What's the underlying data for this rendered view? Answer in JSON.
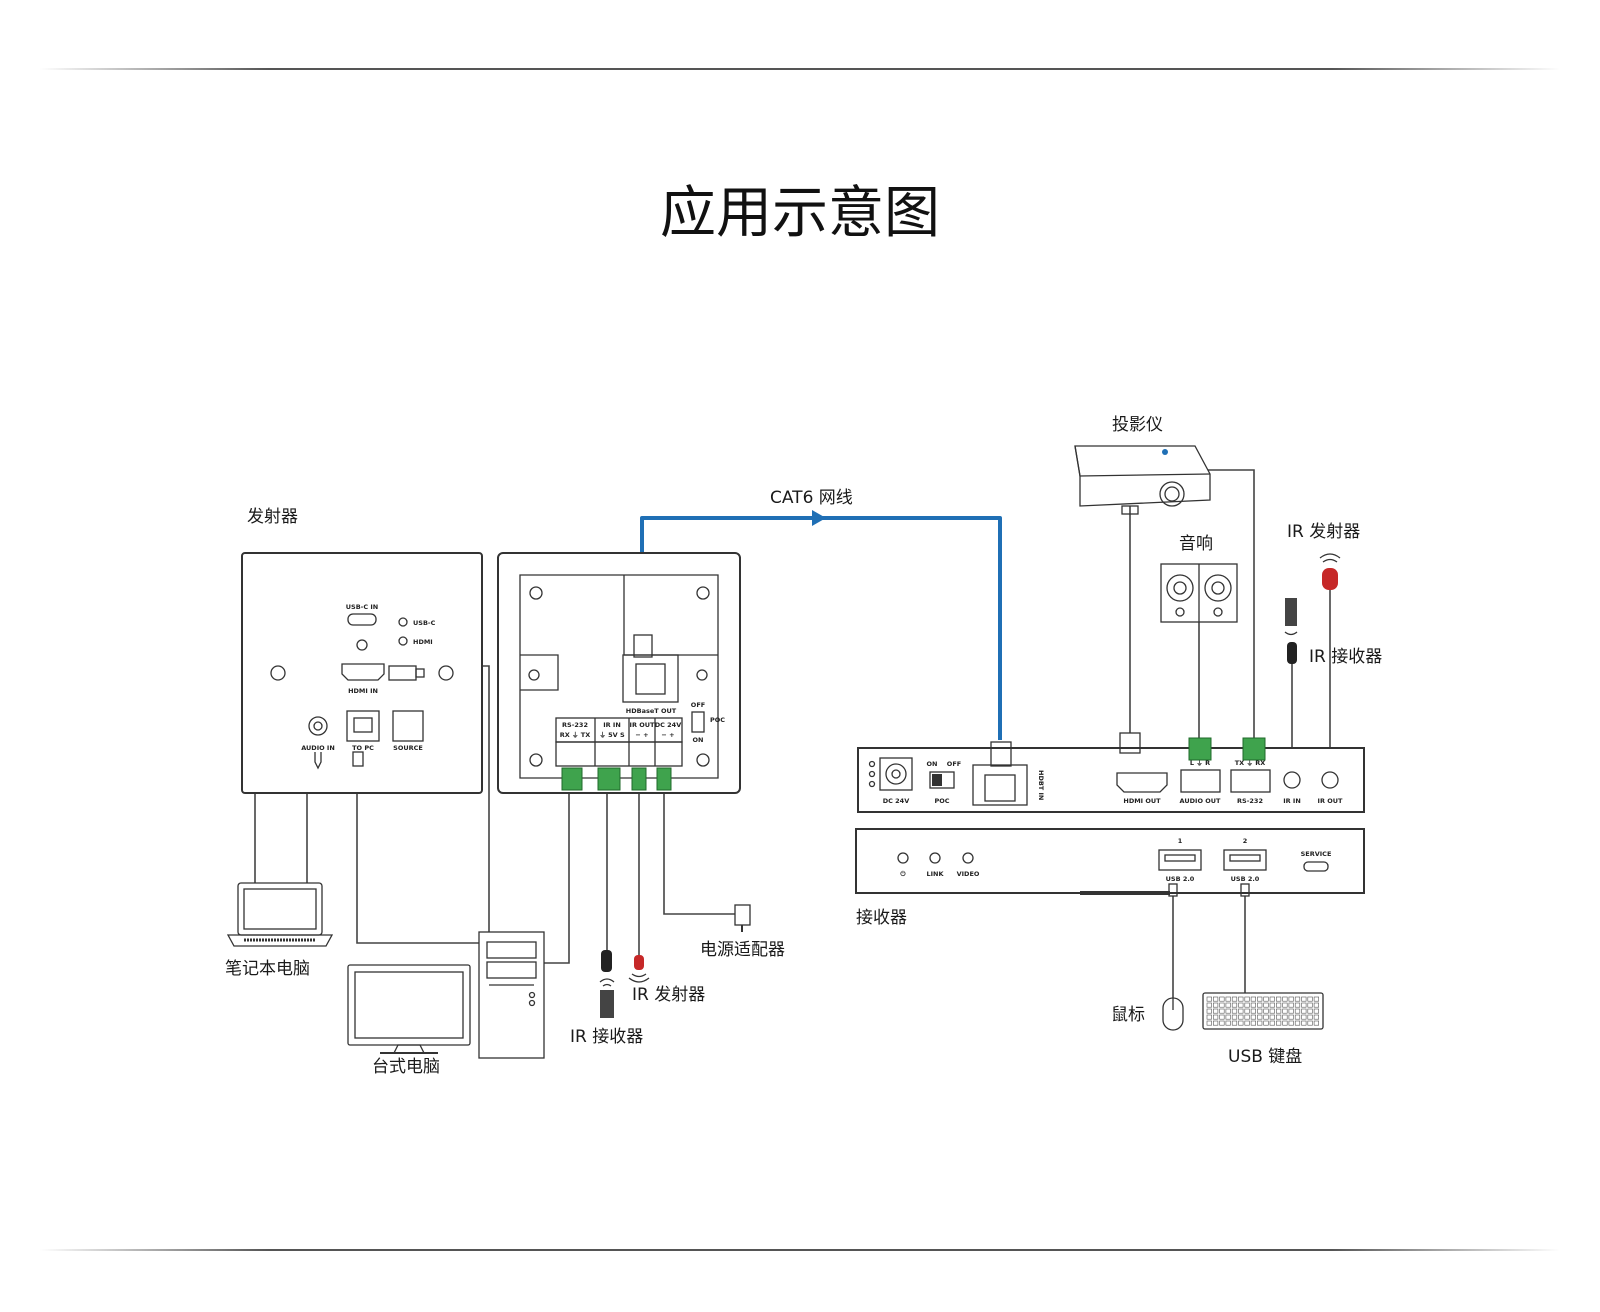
{
  "title": "应用示意图",
  "sections": {
    "transmitter": "发射器",
    "receiver": "接收器",
    "projector": "投影仪",
    "speaker": "音响",
    "cable": "CAT6 网线"
  },
  "devices": {
    "laptop": "笔记本电脑",
    "desktop": "台式电脑",
    "power_adapter": "电源适配器",
    "mouse": "鼠标",
    "keyboard": "USB 键盘",
    "ir_receiver_left": "IR 接收器",
    "ir_emitter_left": "IR 发射器",
    "ir_emitter_right": "IR 发射器",
    "ir_receiver_right": "IR 接收器"
  },
  "tx_front": {
    "usbc_in": "USB-C IN",
    "usbc_led": "USB-C",
    "hdmi_led": "HDMI",
    "hdmi_in": "HDMI IN",
    "audio_in": "AUDIO IN",
    "to_pc": "TO PC",
    "source": "SOURCE"
  },
  "tx_back": {
    "rs232": "RS-232",
    "rs232_pins": "RX ⏚ TX",
    "ir_in": "IR IN",
    "ir_in_pins": "⏚ 5V S",
    "ir_out": "IR OUT",
    "ir_out_pins": "− +",
    "dc24v": "DC 24V",
    "dc_pins": "− +",
    "hdbaset_out": "HDBaseT OUT",
    "poc": "POC",
    "off": "OFF",
    "on": "ON"
  },
  "rx_back": {
    "dc24v": "DC 24V",
    "on": "ON",
    "off": "OFF",
    "poc": "POC",
    "hdbt_in": "HDBT IN",
    "hdmi_out": "HDMI OUT",
    "audio_out": "AUDIO OUT",
    "audio_pins": "L ⏚ R",
    "rs232": "RS-232",
    "rs232_pins": "TX ⏚ RX",
    "ir_in": "IR IN",
    "ir_out": "IR OUT"
  },
  "rx_front": {
    "link": "LINK",
    "video": "VIDEO",
    "usb1_num": "1",
    "usb2_num": "2",
    "usb1": "USB 2.0",
    "usb2": "USB 2.0",
    "service": "SERVICE"
  },
  "colors": {
    "cat6_cable": "#1f6fb5",
    "terminal_green": "#3fa34d",
    "ir_red": "#c62828",
    "line": "#333333"
  }
}
